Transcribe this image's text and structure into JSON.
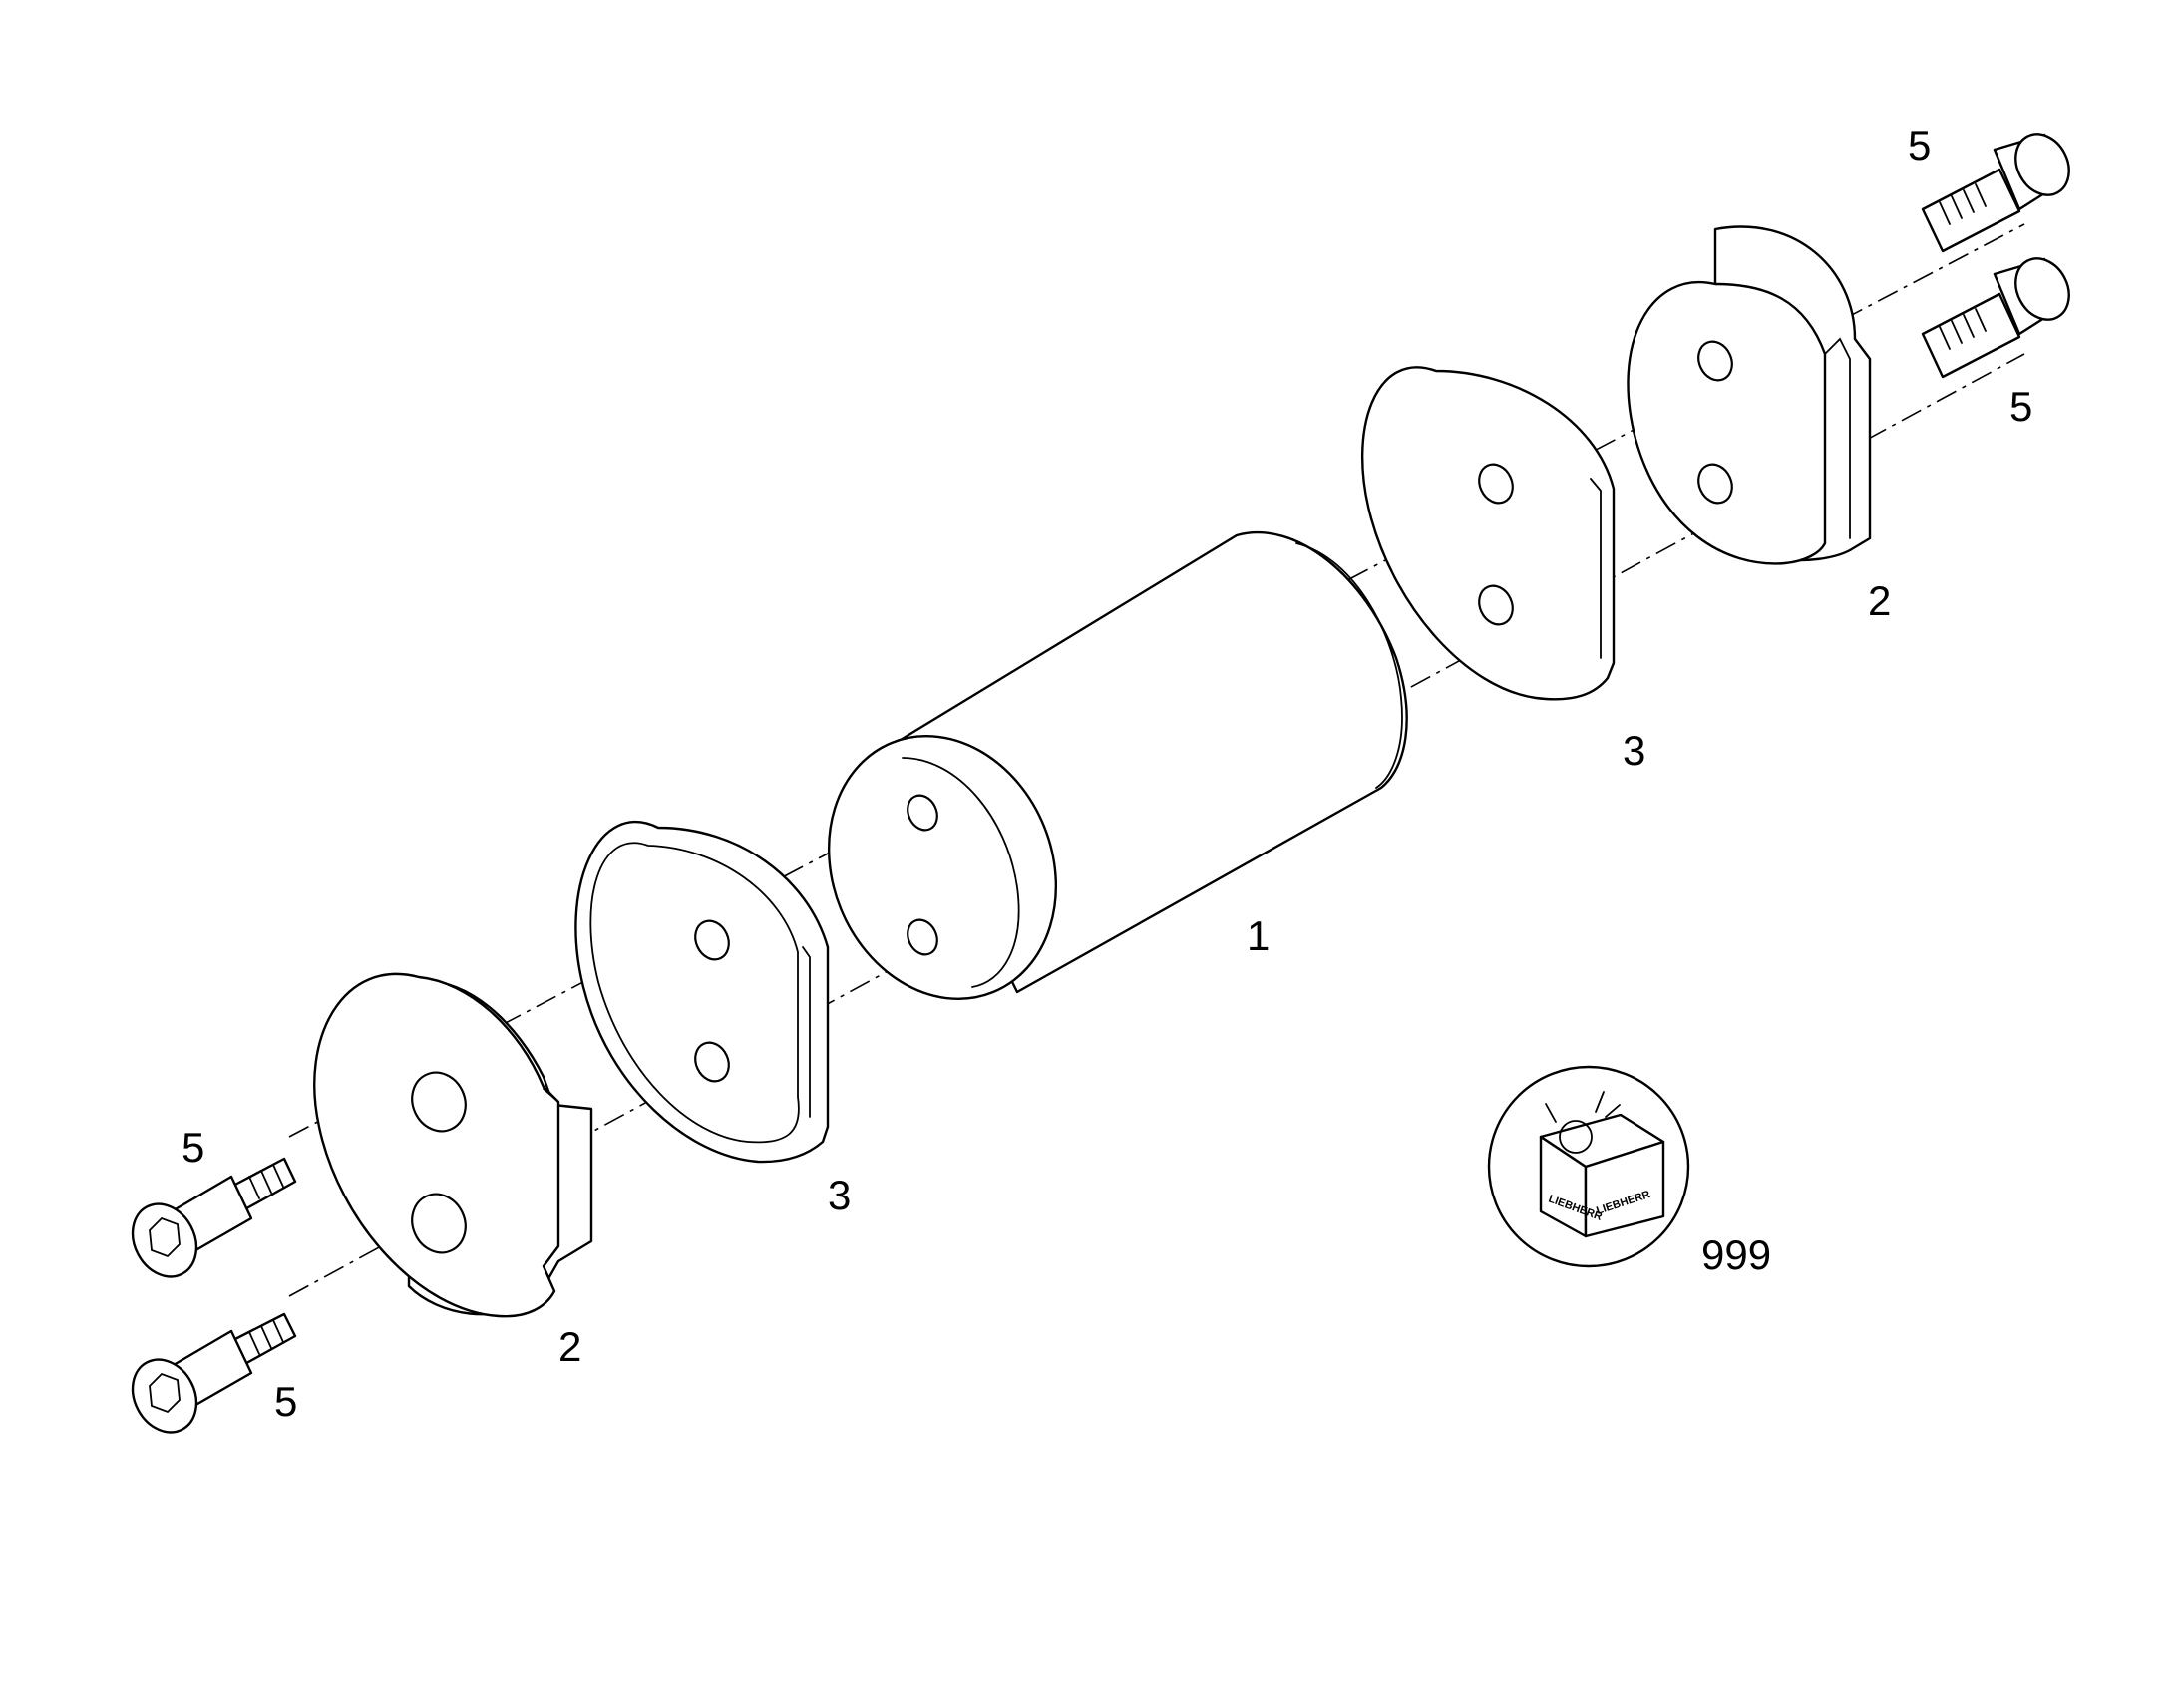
{
  "callouts": {
    "cylinder": "1",
    "flange_right": "2",
    "flange_left": "2",
    "plate_right": "3",
    "plate_left": "3",
    "screw_top_right": "5",
    "screw_right": "5",
    "screw_left_upper": "5",
    "screw_left_lower": "5",
    "kit": "999"
  },
  "kit_box_brand": "LIEBHERR",
  "colors": {
    "line": "#000000",
    "background": "#ffffff"
  }
}
